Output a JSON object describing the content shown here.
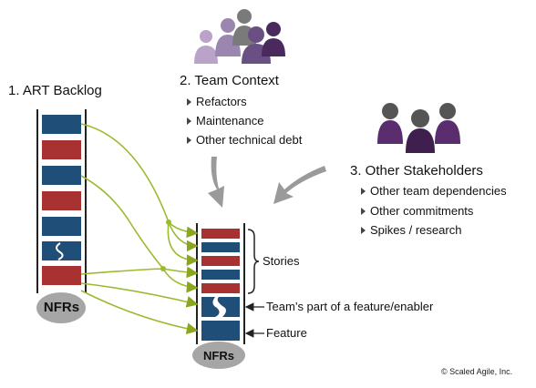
{
  "art_backlog": {
    "title": "1. ART Backlog",
    "nfr_label": "NFRs"
  },
  "team_context": {
    "title": "2. Team Context",
    "items": [
      "Refactors",
      "Maintenance",
      "Other technical debt"
    ]
  },
  "other_stakeholders": {
    "title": "3. Other Stakeholders",
    "items": [
      "Other team dependencies",
      "Other commitments",
      "Spikes / research"
    ]
  },
  "team_backlog": {
    "nfr_label": "NFRs",
    "stories_label": "Stories",
    "feature_part_label": "Team’s part of a feature/enabler",
    "feature_label": "Feature"
  },
  "copyright": "© Scaled Agile, Inc.",
  "colors": {
    "blue": "#1f4e79",
    "red": "#a83232",
    "green": "#9bbb2e",
    "purple": "#5a2d6e",
    "grey": "#7a7a7a",
    "ellipse": "#a6a6a6"
  },
  "icons": [
    "people-group-icon",
    "people-group-icon"
  ]
}
